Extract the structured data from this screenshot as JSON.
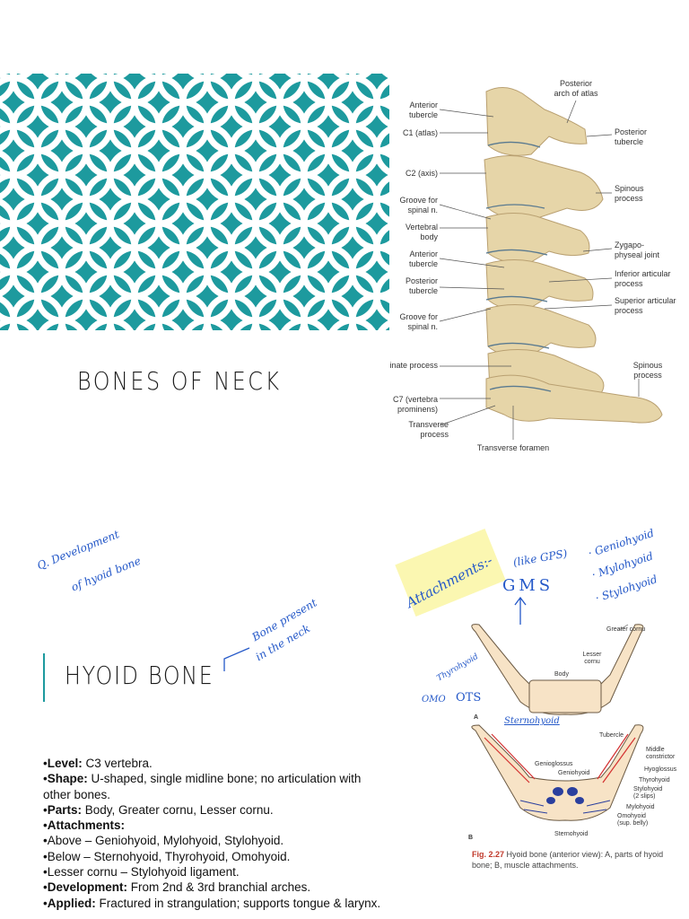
{
  "slide1": {
    "title": "BONES OF NECK",
    "figure_labels_left": {
      "anterior_tubercle": "Anterior\ntubercle",
      "c1": "C1 (atlas)",
      "c2": "C2 (axis)",
      "groove_spinal_1": "Groove for\nspinal n.",
      "vertebral_body": "Vertebral\nbody",
      "anterior_tubercle_2": "Anterior\ntubercle",
      "posterior_tubercle": "Posterior\ntubercle",
      "groove_spinal_2": "Groove for\nspinal n.",
      "uncinate": "inate process",
      "c7": "C7 (vertebra\nprominens)",
      "transverse_process": "Transverse\nprocess"
    },
    "figure_labels_right": {
      "posterior_arch": "Posterior\narch of atlas",
      "posterior_tubercle": "Posterior\ntubercle",
      "spinous_process_1": "Spinous\nprocess",
      "zygapophyseal": "Zygapo-\nphyseal joint",
      "inferior_articular": "Inferior articular\nprocess",
      "superior_articular": "Superior articular\nprocess",
      "spinous_process_2": "Spinous\nprocess",
      "transverse_foramen": "Transverse foramen"
    }
  },
  "slide2": {
    "title": "HYOID BONE",
    "bullets": [
      {
        "label": "Level:",
        "text": " C3 vertebra."
      },
      {
        "label": "Shape:",
        "text": " U-shaped, single midline bone; no articulation with"
      },
      {
        "label": "",
        "text": "other bones.",
        "continuation": true
      },
      {
        "label": "Parts:",
        "text": " Body, Greater cornu, Lesser cornu."
      },
      {
        "label": "Attachments:",
        "text": ""
      },
      {
        "label": "",
        "text": "Above – Geniohyoid, Mylohyoid, Stylohyoid."
      },
      {
        "label": "",
        "text": "Below – Sternohyoid, Thyrohyoid, Omohyoid."
      },
      {
        "label": "",
        "text": "Lesser cornu – Stylohyoid ligament."
      },
      {
        "label": "Development:",
        "text": " From 2nd & 3rd branchial arches."
      },
      {
        "label": "Applied:",
        "text": " Fractured in strangulation; supports tongue & larynx."
      }
    ],
    "handwriting": {
      "development_q": "Q. Development",
      "development_q2": "of hyoid bone",
      "bone_present": "Bone present",
      "in_neck": "in the neck",
      "attachments": "Attachments:-",
      "like_gps": "(like GPS)",
      "gms": "GMS",
      "geniohyoid": "· Geniohyoid",
      "mylohyoid": "· Mylohyoid",
      "stylohyoid": "· Stylohyoid",
      "thyrohyoid": "Thyrohyoid",
      "omo": "OMO",
      "ots": "OTS",
      "sternohyoid": "Sternohyoid"
    },
    "figure_labels": {
      "greater_cornu": "Greater cornu",
      "lesser_cornu": "Lesser\ncornu",
      "body": "Body",
      "a": "A",
      "tubercle": "Tubercle",
      "middle_constrictor": "Middle\nconstrictor",
      "hyoglossus": "Hyoglossus",
      "genioglossus": "Genioglossus",
      "geniohyoid": "Geniohyoid",
      "thyrohyoid": "Thyrohyoid",
      "stylohyoid": "Stylohyoid\n(2 slips)",
      "mylohyoid": "Mylohyoid",
      "omohyoid": "Omohyoid\n(sup. belly)",
      "sternohyoid": "Sternohyoid",
      "b": "B"
    },
    "caption_fig": "Fig. 2.27",
    "caption_text": " Hyoid bone (anterior view): A, parts of hyoid bone; B, muscle attachments."
  },
  "colors": {
    "teal": "#1d9a9e",
    "handwriting": "#2458c8",
    "highlight": "#fbf6a8",
    "bone": "#e8d9b0"
  }
}
